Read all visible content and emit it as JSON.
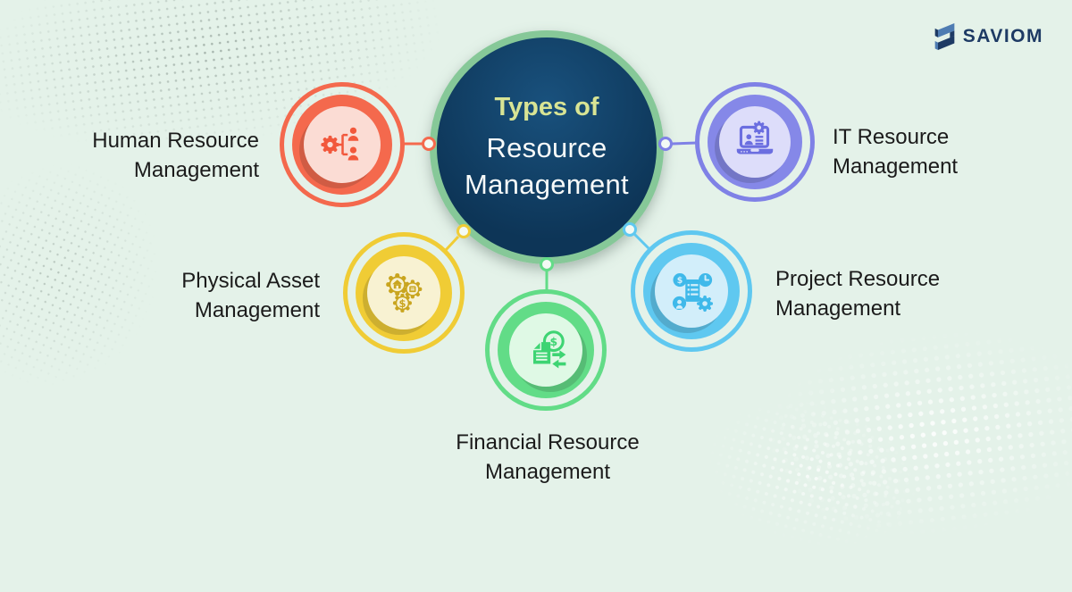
{
  "background_color": "#E4F2E9",
  "brand": {
    "name": "SAVIOM",
    "text_color": "#1D3A64",
    "mark_light_color": "#4E7CB2",
    "mark_dark_color": "#1D3A64"
  },
  "center": {
    "line1": "Types of",
    "line2": "Resource",
    "line3": "Management",
    "accent_text_color": "#D8E494",
    "text_color": "#FFFFFF",
    "fill_color": "#0E3557",
    "ring_color": "#86C898"
  },
  "items": [
    {
      "id": "human-resource",
      "label_line1": "Human Resource",
      "label_line2": "Management",
      "color": "#F4694D",
      "light_color": "#FBDCD4",
      "icon": "org-chart-gear-people-icon",
      "position": "top-left"
    },
    {
      "id": "it-resource",
      "label_line1": "IT Resource",
      "label_line2": "Management",
      "color": "#7F81E6",
      "light_color": "#DDDDFA",
      "icon": "laptop-gear-user-icon",
      "position": "top-right"
    },
    {
      "id": "physical-asset",
      "label_line1": "Physical Asset",
      "label_line2": "Management",
      "color": "#F0CC35",
      "light_color": "#F8F2D2",
      "icon": "gears-house-dollar-icon",
      "position": "middle-left"
    },
    {
      "id": "project-resource",
      "label_line1": "Project Resource",
      "label_line2": "Management",
      "color": "#5FC8F0",
      "light_color": "#D2EEFA",
      "icon": "board-coin-clock-user-gear-icon",
      "position": "middle-right"
    },
    {
      "id": "financial-resource",
      "label_line1": "Financial Resource",
      "label_line2": "Management",
      "color": "#62DC87",
      "light_color": "#DFF9E5",
      "icon": "invoice-dollar-exchange-icon",
      "position": "bottom-center"
    }
  ]
}
